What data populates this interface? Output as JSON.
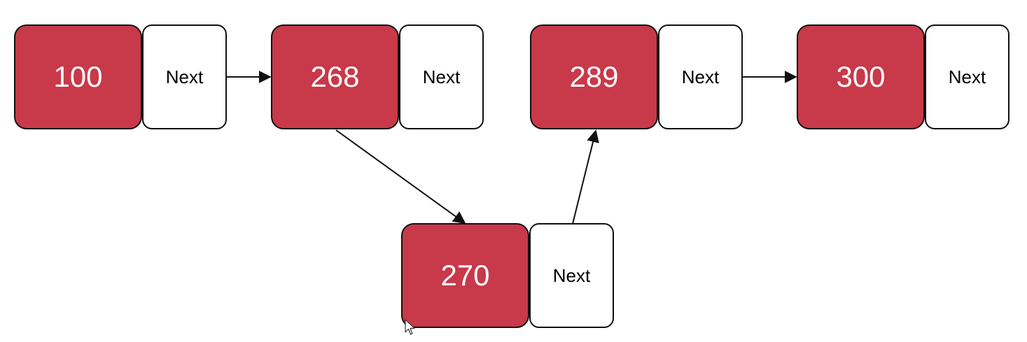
{
  "colors": {
    "value_fill": "#c8394a",
    "border": "#111111",
    "arrow": "#111111"
  },
  "nodes": [
    {
      "value": "100",
      "pointer_label": "Next"
    },
    {
      "value": "268",
      "pointer_label": "Next"
    },
    {
      "value": "270",
      "pointer_label": "Next"
    },
    {
      "value": "289",
      "pointer_label": "Next"
    },
    {
      "value": "300",
      "pointer_label": "Next"
    }
  ],
  "links": [
    {
      "from": "100",
      "to": "268"
    },
    {
      "from": "268",
      "to": "270"
    },
    {
      "from": "270",
      "to": "289"
    },
    {
      "from": "289",
      "to": "300"
    }
  ],
  "cursor_icon": "mouse-pointer-icon"
}
